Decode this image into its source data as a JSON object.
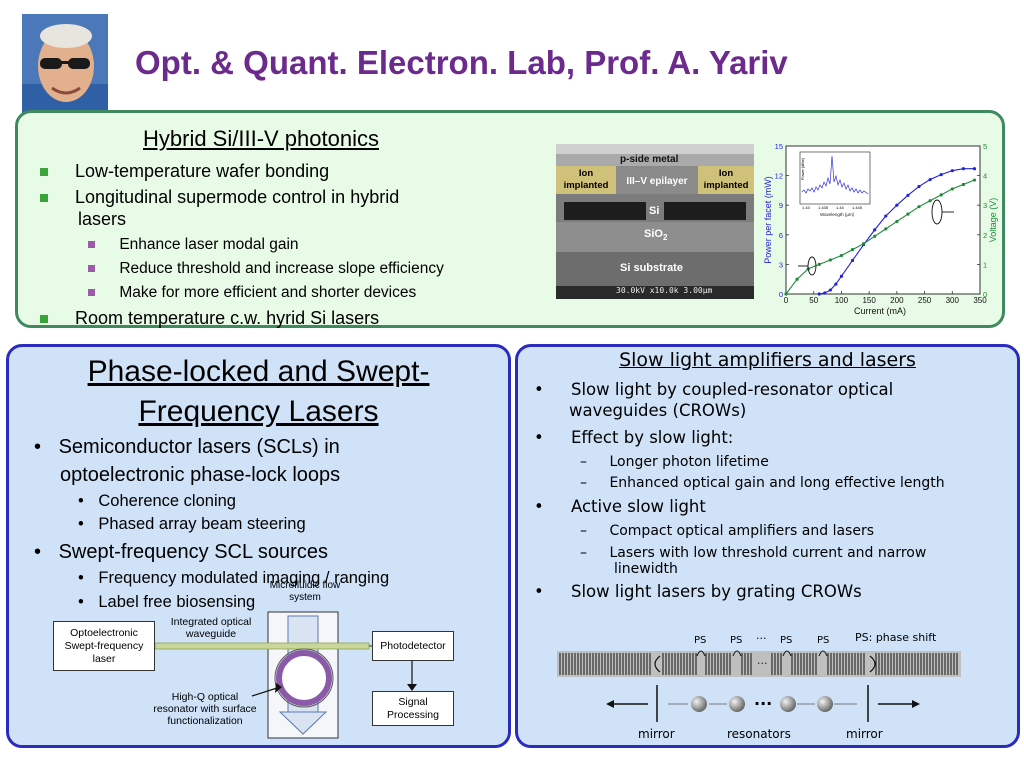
{
  "header": {
    "title": "Opt. & Quant. Electron. Lab,  Prof. A. Yariv"
  },
  "top": {
    "heading": "Hybrid Si/III-V photonics",
    "bullets": [
      "Low-temperature wafer bonding",
      "Longitudinal supermode control in hybrid",
      "lasers",
      "Room temperature c.w. hyrid Si lasers"
    ],
    "subbullets": [
      "Enhance laser modal gain",
      "Reduce threshold and increase slope efficiency",
      "Make for more efficient and shorter devices"
    ],
    "sem": {
      "p_side_metal": "p-side metal",
      "ion_left_1": "Ion",
      "ion_left_2": "implanted",
      "epilayer": "III–V epilayer",
      "ion_right_1": "Ion",
      "ion_right_2": "implanted",
      "si": "Si",
      "sio2": "SiO",
      "sio2_sub": "2",
      "substrate": "Si substrate",
      "scale_text": "30.0kV x10.0k 3.00µm"
    }
  },
  "chart_data": {
    "type": "line",
    "xlabel": "Current (mA)",
    "ylabel": "Power per facet (mW)",
    "y2label": "Voltage (V)",
    "xlim": [
      0,
      350
    ],
    "ylim": [
      0,
      15
    ],
    "y2lim": [
      0,
      5
    ],
    "x_ticks": [
      "0",
      "50",
      "100",
      "150",
      "200",
      "250",
      "300",
      "350"
    ],
    "y_ticks": [
      "0",
      "3",
      "6",
      "9",
      "12",
      "15"
    ],
    "y2_ticks": [
      "0",
      "1",
      "2",
      "3",
      "4",
      "5"
    ],
    "series": [
      {
        "axis": "left",
        "color": "#2323d8",
        "x": [
          60,
          70,
          80,
          90,
          100,
          120,
          140,
          160,
          180,
          200,
          220,
          240,
          260,
          280,
          300,
          320,
          340
        ],
        "y": [
          0.0,
          0.1,
          0.4,
          1.0,
          1.8,
          3.4,
          5.0,
          6.5,
          7.9,
          9.0,
          10.0,
          10.9,
          11.6,
          12.1,
          12.5,
          12.7,
          12.7
        ]
      },
      {
        "axis": "right",
        "color": "#1f8a3a",
        "x": [
          0,
          20,
          40,
          60,
          80,
          100,
          120,
          140,
          160,
          180,
          200,
          220,
          240,
          260,
          280,
          300,
          320,
          340
        ],
        "y": [
          0.0,
          0.5,
          0.85,
          1.0,
          1.15,
          1.3,
          1.5,
          1.7,
          1.95,
          2.2,
          2.45,
          2.7,
          2.95,
          3.15,
          3.35,
          3.55,
          3.7,
          3.85
        ]
      }
    ],
    "inset": {
      "ylabel": "Power (dBm)",
      "xlabel": "Wavelength (µm)",
      "x_ticks": [
        "1.43",
        "1.435",
        "1.44",
        "1.445"
      ]
    }
  },
  "left": {
    "heading_line1": "Phase-locked and Swept-",
    "heading_line2": "Frequency Lasers",
    "bullets": [
      "Semiconductor lasers (SCLs) in",
      "optoelectronic phase-lock loops",
      "Swept-frequency SCL sources"
    ],
    "subbullets": [
      "Coherence cloning",
      "Phased array beam steering",
      "Frequency modulated imaging / ranging",
      "Label free biosensing"
    ],
    "diagram": {
      "laser_box": [
        "Optoelectronic",
        "Swept-frequency",
        "laser"
      ],
      "waveguide_label": [
        "Integrated optical",
        "waveguide"
      ],
      "microfluidic_label": [
        "Microfluidic flow",
        "system"
      ],
      "photodetector": "Photodetector",
      "signal_box": [
        "Signal",
        "Processing"
      ],
      "resonator_label": [
        "High-Q optical",
        "resonator with surface",
        "functionalization"
      ]
    }
  },
  "right": {
    "heading": "Slow light amplifiers and lasers",
    "bullets": [
      "Slow light by coupled-resonator optical",
      "waveguides (CROWs)",
      "Effect by slow light:",
      "Active slow light",
      "Slow light lasers by grating CROWs"
    ],
    "subbullets": [
      "Longer photon lifetime",
      "Enhanced optical gain and long effective length",
      "Compact optical amplifiers and lasers",
      "Lasers with low threshold current and narrow",
      "linewidth"
    ],
    "dash": "–",
    "bullet_dot": "•",
    "diagram": {
      "ps": "PS",
      "dots": "···",
      "ps_note": "PS: phase shift",
      "mirror": "mirror",
      "resonators": "resonators"
    }
  }
}
